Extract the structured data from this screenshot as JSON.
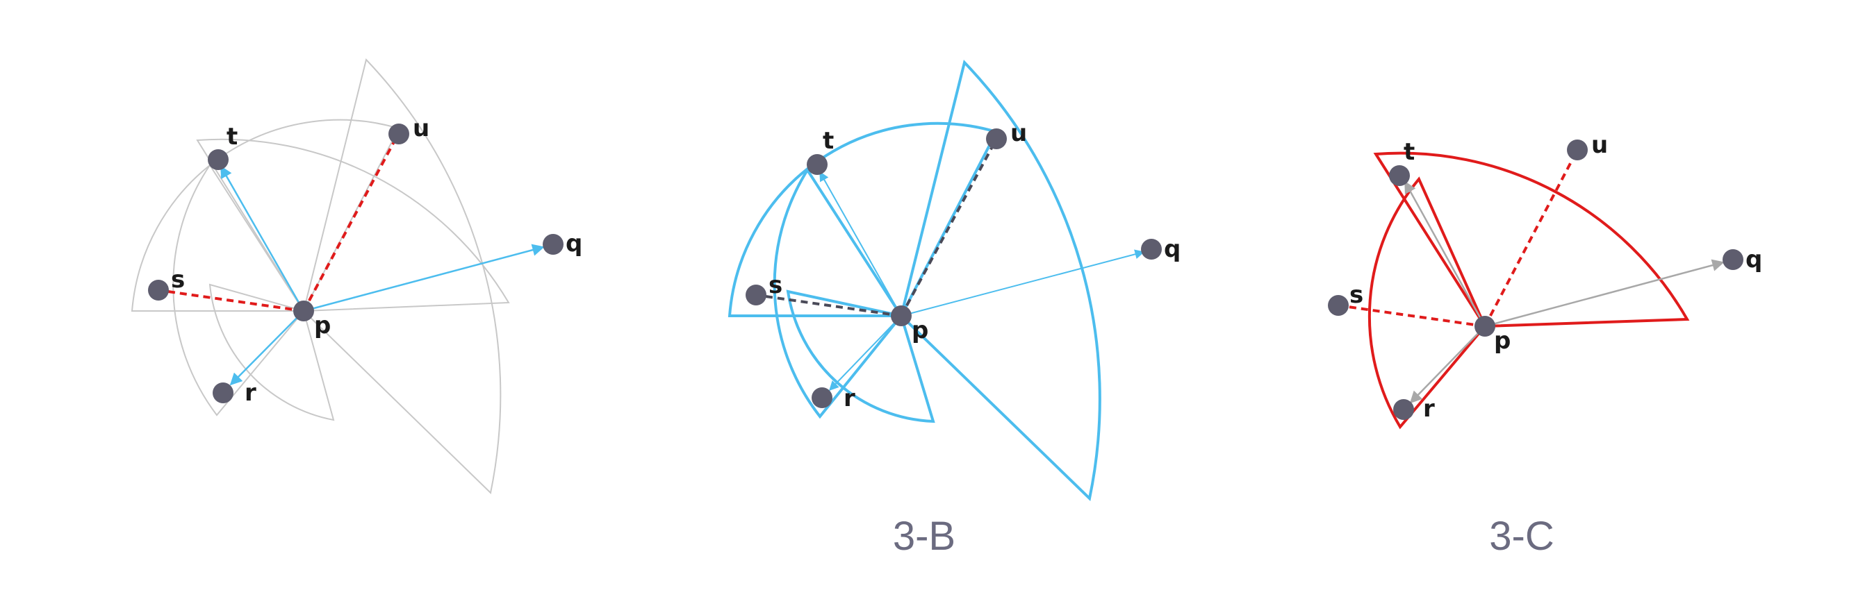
{
  "colors": {
    "node": "#5e5d6e",
    "grey_arc": "#c8c8c8",
    "blue": "#4cbdee",
    "red": "#e01b1b",
    "dark_dash": "#4a4a58",
    "grey_arrow": "#a8a8a8"
  },
  "node_labels": {
    "p": "p",
    "q": "q",
    "r": "r",
    "s": "s",
    "t": "t",
    "u": "u"
  },
  "panels": [
    {
      "id": "3-A",
      "caption": ""
    },
    {
      "id": "3-B",
      "caption": "3-B"
    },
    {
      "id": "3-C",
      "caption": "3-C"
    }
  ]
}
